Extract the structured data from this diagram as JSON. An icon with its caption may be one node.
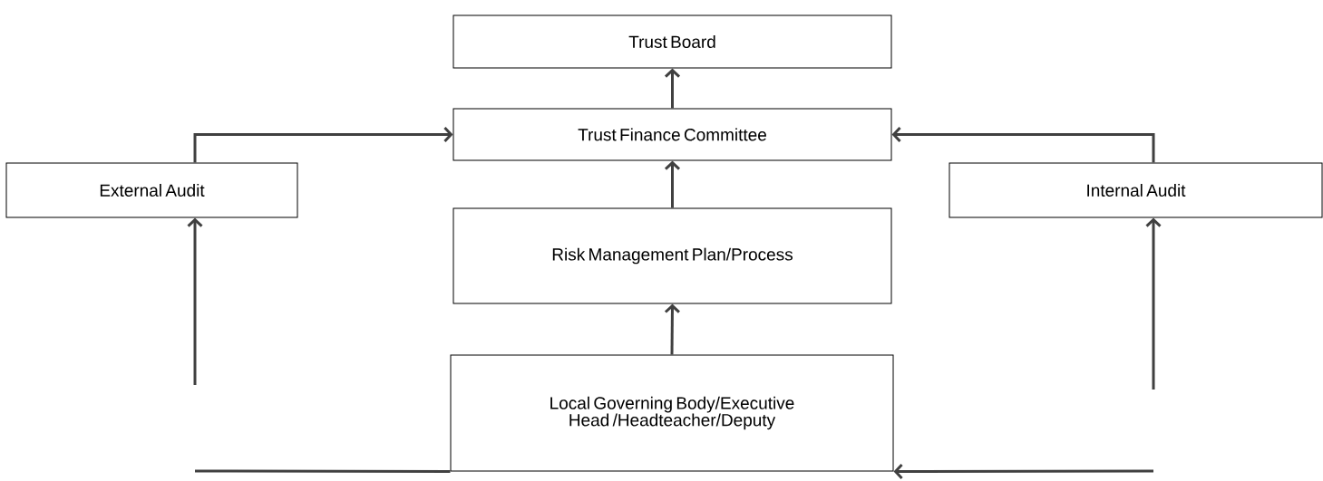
{
  "diagram": {
    "nodes": [
      {
        "text": [
          "Trust Board"
        ]
      },
      {
        "text": [
          "Trust Finance Committee"
        ]
      },
      {
        "text": [
          "External Audit"
        ]
      },
      {
        "text": [
          "Internal Audit"
        ]
      },
      {
        "text": [
          "Risk Management Plan/Process"
        ]
      },
      {
        "text": [
          "Local Governing Body/Executive Head /Headteacher/Deputy"
        ]
      }
    ],
    "edges": [
      {
        "from": 1,
        "to": 0,
        "arrow": "to"
      },
      {
        "from": 2,
        "to": 1,
        "arrow": "to"
      },
      {
        "from": 3,
        "to": 1,
        "arrow": "to"
      },
      {
        "from": 4,
        "to": 1,
        "arrow": "to"
      },
      {
        "from": 5,
        "to": 4,
        "arrow": "to"
      },
      {
        "from": null,
        "to": 2,
        "arrow": "to"
      },
      {
        "from": null,
        "to": 3,
        "arrow": "to"
      },
      {
        "from": null,
        "to": 5,
        "arrow": "none"
      },
      {
        "from": null,
        "to": 5,
        "arrow": "to"
      }
    ]
  }
}
